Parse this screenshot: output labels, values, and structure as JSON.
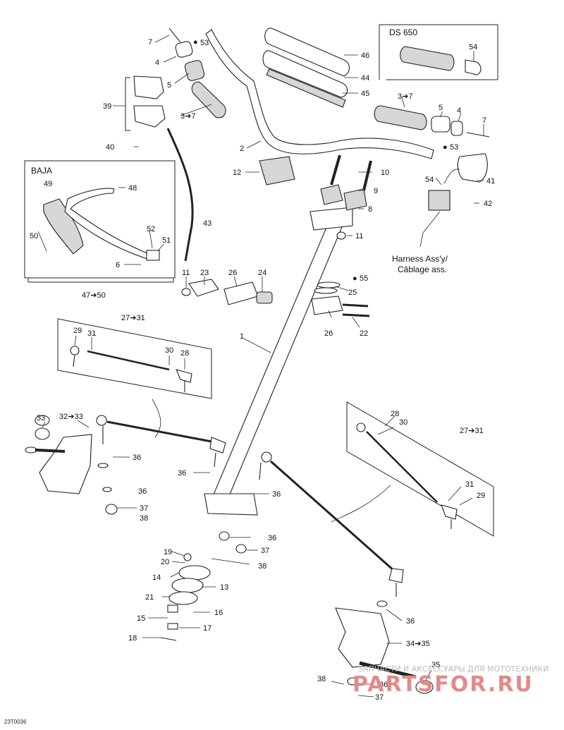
{
  "boxes": {
    "ds650": {
      "title": "DS 650"
    },
    "baja": {
      "title": "BAJA"
    }
  },
  "harness": {
    "line1": "Harness Ass'y/",
    "line2": "Câblage ass."
  },
  "drawing_code": "23T0036",
  "watermark": {
    "small": "ЗАПЧАСТИ И АКСЕССУАРЫ ДЛЯ МОТОТЕХНИКИ",
    "big": "PARTSFOR.RU"
  },
  "callouts": {
    "c7a": "7",
    "c53a": "53",
    "c4a": "4",
    "c5a": "5",
    "c39": "39",
    "c3_7a": "3➔7",
    "c46": "46",
    "c44": "44",
    "c45": "45",
    "c54a": "54",
    "c3_7b": "3➔7",
    "c5b": "5",
    "c4b": "4",
    "c7b": "7",
    "c53b": "53",
    "c40": "40",
    "c2": "2",
    "c10": "10",
    "c12": "12",
    "c9": "9",
    "c8": "8",
    "c54b": "54",
    "c41": "41",
    "c42": "42",
    "c49": "49",
    "c48": "48",
    "c43": "43",
    "c52": "52",
    "c50": "50",
    "c51": "51",
    "c6": "6",
    "c11a": "11",
    "c47_50": "47➔50",
    "c11b": "11",
    "c23": "23",
    "c26a": "26",
    "c24": "24",
    "c55": "55",
    "c25": "25",
    "c26b": "26",
    "c22": "22",
    "c1": "1",
    "c27_31a": "27➔31",
    "c29a": "29",
    "c31a": "31",
    "c30a": "30",
    "c28a": "28",
    "c33": "33",
    "c32_33": "32➔33",
    "c36a": "36",
    "c36b": "36",
    "c36c": "36",
    "c36d": "36",
    "c37a": "37",
    "c38a": "38",
    "c28b": "28",
    "c30b": "30",
    "c27_31b": "27➔31",
    "c31b": "31",
    "c29b": "29",
    "c19": "19",
    "c20": "20",
    "c36e": "36",
    "c37b": "37",
    "c38b": "38",
    "c14": "14",
    "c13": "13",
    "c21": "21",
    "c16": "16",
    "c15": "15",
    "c17": "17",
    "c18": "18",
    "c36f": "36",
    "c34_35": "34➔35",
    "c35": "35",
    "c38c": "38",
    "c36g": "36",
    "c37c": "37"
  }
}
